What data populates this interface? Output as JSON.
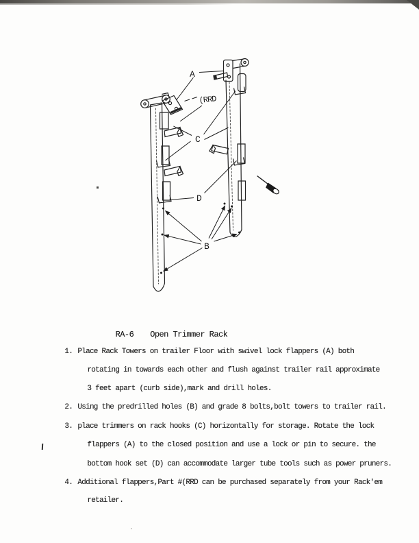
{
  "diagram": {
    "labels": {
      "a": "A",
      "rrd": "(RRD",
      "c": "C",
      "d": "D",
      "b": "B"
    }
  },
  "instructions": {
    "code": "RA-6",
    "title": "Open Trimmer Rack",
    "items": [
      {
        "number": "1.",
        "lines": [
          "Place Rack Towers on trailer Floor with swivel lock flappers (A) both",
          "rotating in towards each other and flush against trailer rail approximate",
          "3 feet apart (curb side),mark and drill holes."
        ]
      },
      {
        "number": "2.",
        "lines": [
          "Using the predrilled holes (B) and grade 8 bolts,bolt towers to trailer rail."
        ]
      },
      {
        "number": "3.",
        "lines": [
          "place trimmers on rack hooks (C) horizontally for storage. Rotate the lock",
          "flappers (A) to the closed position and use a lock or pin to secure. the",
          "bottom hook set (D) can accommodate larger tube tools such as power pruners."
        ]
      },
      {
        "number": "4.",
        "lines": [
          "Additional flappers,Part #(RRD can be purchased separately from your Rack'em",
          "retailer."
        ]
      }
    ]
  }
}
